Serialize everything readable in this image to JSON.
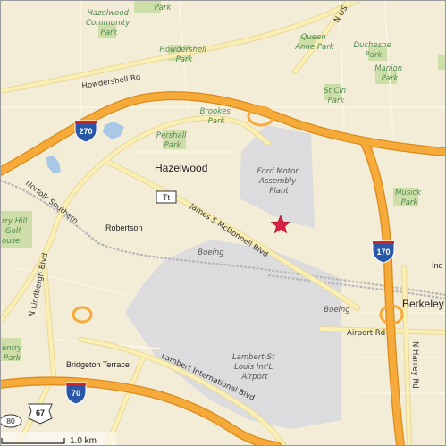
{
  "colors": {
    "land": "#f3ecd7",
    "airport": "#dcdcde",
    "park": "#c8dca0",
    "water": "#a9c7e6",
    "highway": "#f6aa3a",
    "major_road": "#faefb5",
    "rail": "#b7b7b7",
    "marker": "#d9203f"
  },
  "parks": [
    {
      "id": "hazelwood-community",
      "lines": [
        "Hazelwood",
        "Community",
        "Park"
      ]
    },
    {
      "id": "howdershell",
      "lines": [
        "Howdershell",
        "Park"
      ]
    },
    {
      "id": "queen-anne",
      "lines": [
        "Queen",
        "Anne Park"
      ]
    },
    {
      "id": "duchesne",
      "lines": [
        "Duchesne",
        "Park"
      ]
    },
    {
      "id": "manion",
      "lines": [
        "Manion",
        "Park"
      ]
    },
    {
      "id": "st-cin",
      "lines": [
        "St Cin",
        "Park"
      ]
    },
    {
      "id": "brookes",
      "lines": [
        "Brookes",
        "Park"
      ]
    },
    {
      "id": "pershall",
      "lines": [
        "Pershall",
        "Park"
      ]
    },
    {
      "id": "musick",
      "lines": [
        "Musick",
        "Park"
      ]
    },
    {
      "id": "top-park",
      "lines": [
        "Park"
      ]
    },
    {
      "id": "ferry-hill-golf",
      "lines": [
        "rry Hill",
        "Golf",
        "ouse"
      ]
    },
    {
      "id": "entry-park",
      "lines": [
        "entry",
        "Park"
      ]
    }
  ],
  "places": {
    "hazelwood": "Hazelwood",
    "robertson": "Robertson",
    "bridgeton_terrace": "Bridgeton Terrace",
    "berkeley": "Berkeley",
    "indi": "Ind"
  },
  "institutions": {
    "ford": [
      "Ford Motor",
      "Assembly",
      "Plant"
    ],
    "boeing_1": "Boeing",
    "boeing_2": "Boeing",
    "airport": [
      "Lambert-St",
      "Louis Int'L",
      "Airport"
    ]
  },
  "roads": {
    "howdershell_rd": "Howdershell Rd",
    "james_mcdonnell": "James S McDonnell Blvd",
    "lambert_intl": "Lambert International Blvd",
    "airport_rd": "Airport Rd",
    "n_hanley": "N Hanley Rd",
    "n_lindbergh": "N Lindbergh Blvd",
    "norfolk_southern": "Norfolk Southern",
    "n_us": "N US"
  },
  "shields": {
    "i270": "270",
    "i170": "170",
    "i70": "70",
    "us67": "67",
    "r180": "80",
    "tt": "Tt"
  },
  "scale": {
    "label": "1.0 km"
  }
}
